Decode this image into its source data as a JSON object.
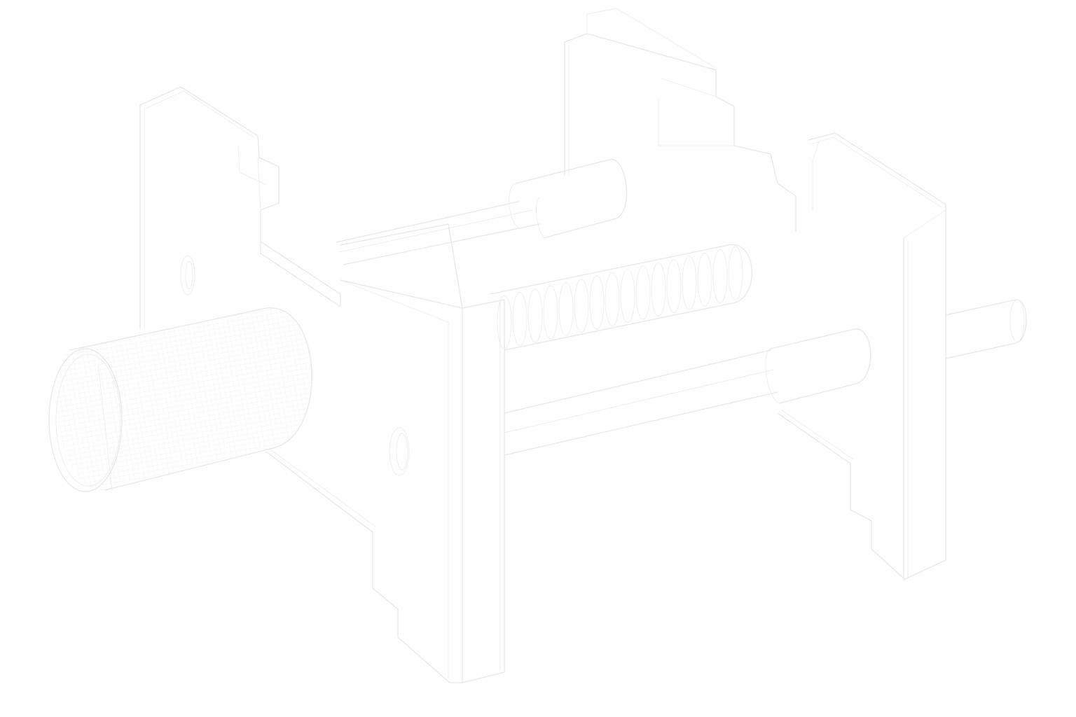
{
  "drawing": {
    "line_color": "#e6e6e6",
    "detail_color": "#ececec",
    "background_color": "#ffffff"
  },
  "parts": {
    "left_jaw": "jaw-plate",
    "right_jaw": "jaw-plate",
    "front_block": "carriage-block",
    "lead_screw": "threaded-rod",
    "guide_rod_upper": "guide-rod",
    "guide_rod_lower": "guide-rod",
    "knob": "knurled-knob",
    "shaft_end": "shaft"
  }
}
